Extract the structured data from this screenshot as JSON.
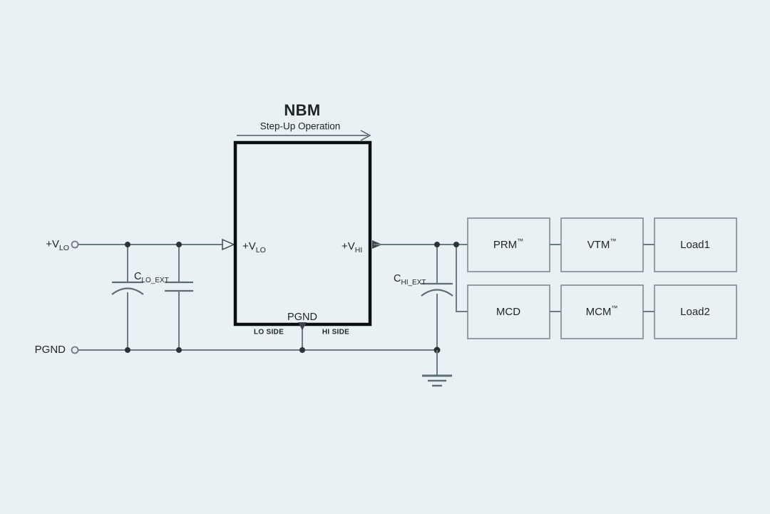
{
  "diagram": {
    "title": "NBM",
    "subtitle": "Step-Up Operation",
    "flow_arrow": "step-up-flow-arrow"
  },
  "nbm": {
    "port_in_prefix": "+V",
    "port_in_sub": "LO",
    "port_out_prefix": "+V",
    "port_out_sub": "HI",
    "ground_label": "PGND",
    "lo_side_label": "LO SIDE",
    "hi_side_label": "HI SIDE"
  },
  "rails": {
    "input_prefix": "+V",
    "input_sub": "LO",
    "ground": "PGND"
  },
  "capacitors": [
    {
      "name": "c-lo-ext",
      "prefix": "C",
      "sub": "LO_EXT",
      "type": "polarized"
    },
    {
      "name": "c-lo-ext-second",
      "prefix": "",
      "sub": "",
      "type": "non-polarized"
    },
    {
      "name": "c-hi-ext",
      "prefix": "C",
      "sub": "HI_EXT",
      "type": "polarized"
    }
  ],
  "blocks": {
    "top_row": [
      {
        "label": "PRM",
        "tm": "™"
      },
      {
        "label": "VTM",
        "tm": "™"
      },
      {
        "label": "Load1",
        "tm": ""
      }
    ],
    "bottom_row": [
      {
        "label": "MCD",
        "tm": ""
      },
      {
        "label": "MCM",
        "tm": "™"
      },
      {
        "label": "Load2",
        "tm": ""
      }
    ]
  },
  "symbols": {
    "earth_ground": "earth-ground-symbol",
    "input_terminal": "open-terminal-circle",
    "ground_terminal": "open-terminal-circle"
  },
  "colors": {
    "background": "#eaf1f4",
    "wire": "#6b7b82",
    "box_border": "#0b0f11",
    "block_border": "#7c8c93",
    "text": "#1d2427"
  }
}
